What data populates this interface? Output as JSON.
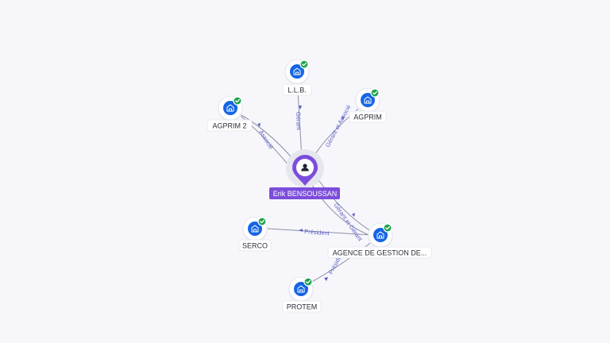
{
  "center": {
    "label": "Erik BENSOUSSAN",
    "icon": "person-icon",
    "color": "#7c4ddb"
  },
  "companies": [
    {
      "id": "llb",
      "label": "L.L.B.",
      "icon": "building-icon",
      "verified": true
    },
    {
      "id": "agprim",
      "label": "AGPRIM",
      "icon": "building-icon",
      "verified": true
    },
    {
      "id": "agprim2",
      "label": "AGPRIM 2",
      "icon": "building-icon",
      "verified": true
    },
    {
      "id": "serco",
      "label": "SERCO",
      "icon": "building-icon",
      "verified": true
    },
    {
      "id": "agence",
      "label": "AGENCE DE GESTION DE...",
      "icon": "building-icon",
      "verified": true
    },
    {
      "id": "protem",
      "label": "PROTEM",
      "icon": "building-icon",
      "verified": true
    }
  ],
  "relations": [
    {
      "from": "center",
      "to": "llb",
      "label": "Gérant"
    },
    {
      "from": "center",
      "to": "agprim",
      "label": "Gérant et Associé"
    },
    {
      "from": "center",
      "to": "agprim2",
      "label": "Associé"
    },
    {
      "from": "center",
      "to": "agence",
      "label": "Gérant et Gérant"
    },
    {
      "from": "agence",
      "to": "serco",
      "label": "Président"
    },
    {
      "from": "agence",
      "to": "protem",
      "label": "Président"
    }
  ],
  "colors": {
    "company": "#1565e6",
    "verified": "#1ea34a",
    "relation_text": "#5b5fc7",
    "edge": "#8a8fa8"
  }
}
